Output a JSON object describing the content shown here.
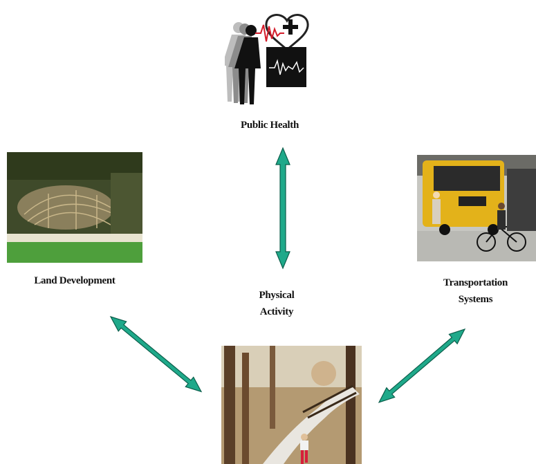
{
  "diagram": {
    "nodes": {
      "public_health": {
        "label": "Public Health",
        "icon": "public-health-icon"
      },
      "land_development": {
        "label": "Land Development",
        "image": "aerial-development-photo"
      },
      "transportation": {
        "label_line1": "Transportation",
        "label_line2": "Systems",
        "image": "bus-bicycle-street-photo"
      },
      "physical_activity": {
        "label_line1": "Physical",
        "label_line2": "Activity",
        "image": "woodland-boardwalk-jogger-photo"
      }
    },
    "arrow_color": "#1fa98a",
    "arrow_outline": "#0b5e4b"
  }
}
